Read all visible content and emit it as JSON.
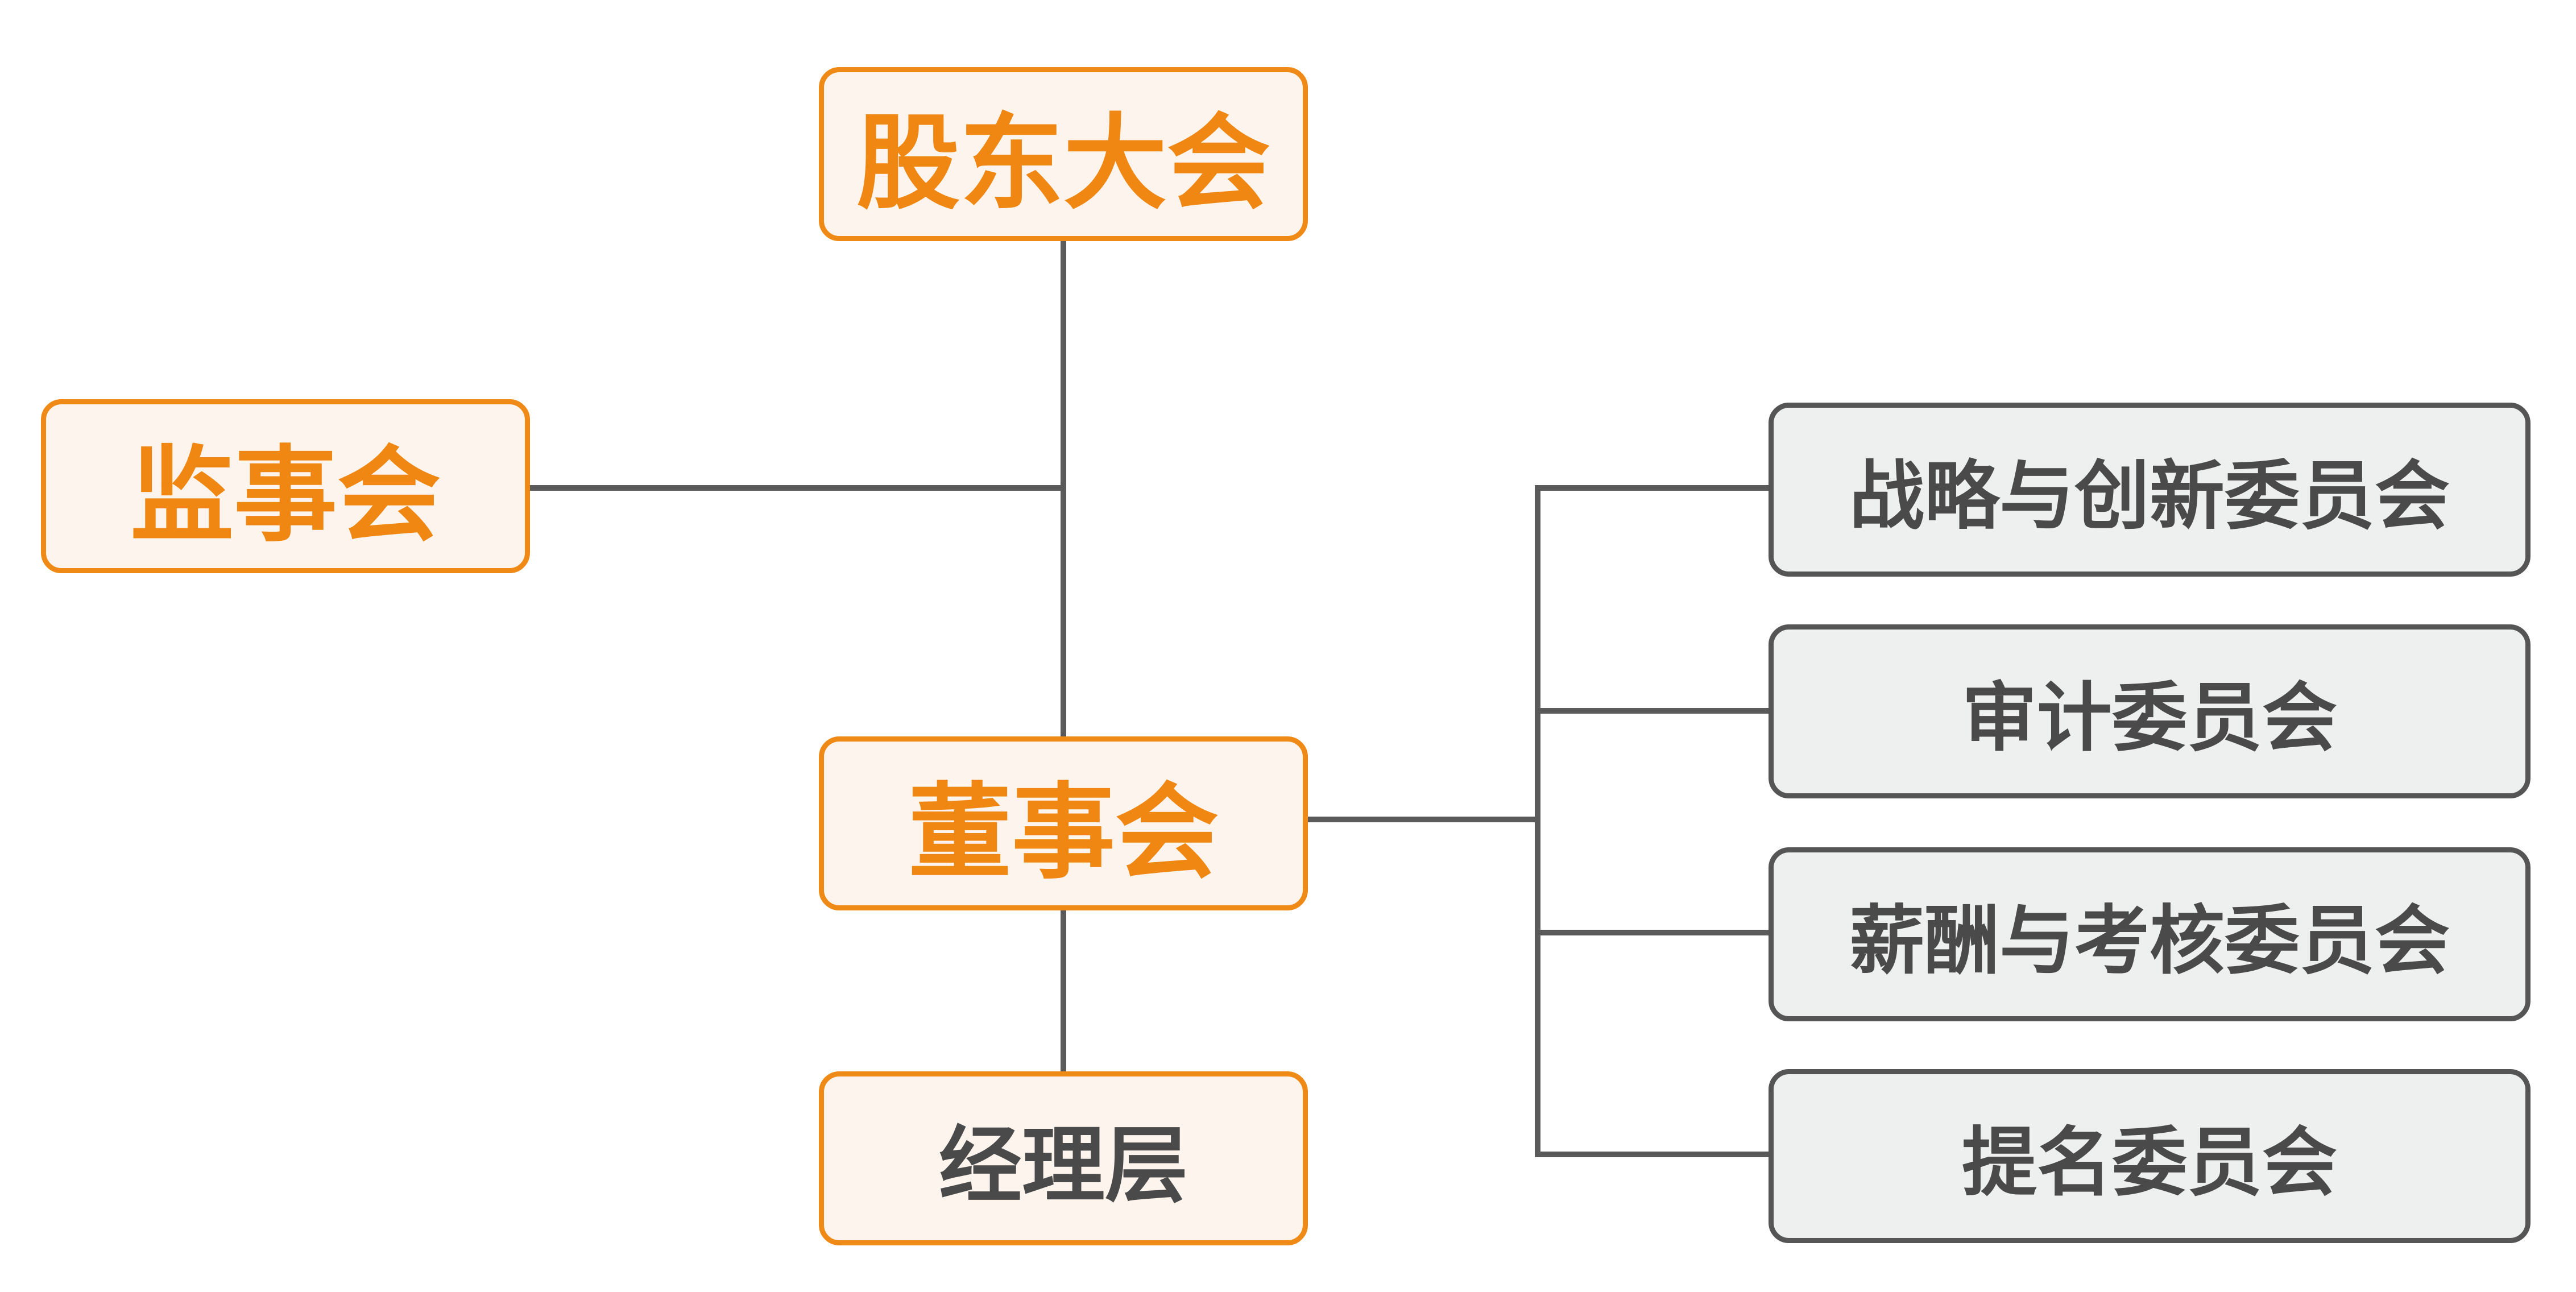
{
  "diagram": {
    "top_node": {
      "label": "股东大会"
    },
    "left_node": {
      "label": "监事会"
    },
    "center_node": {
      "label": "董事会"
    },
    "bottom_node": {
      "label": "经理层"
    },
    "committees": [
      {
        "label": "战略与创新委员会"
      },
      {
        "label": "审计委员会"
      },
      {
        "label": "薪酬与考核委员会"
      },
      {
        "label": "提名委员会"
      }
    ]
  },
  "colors": {
    "accent": "#ef8a17",
    "accent_fill": "#fdf4ee",
    "neutral_border": "#555555",
    "neutral_fill": "#eef0ef",
    "connector": "#5b5b5b"
  }
}
